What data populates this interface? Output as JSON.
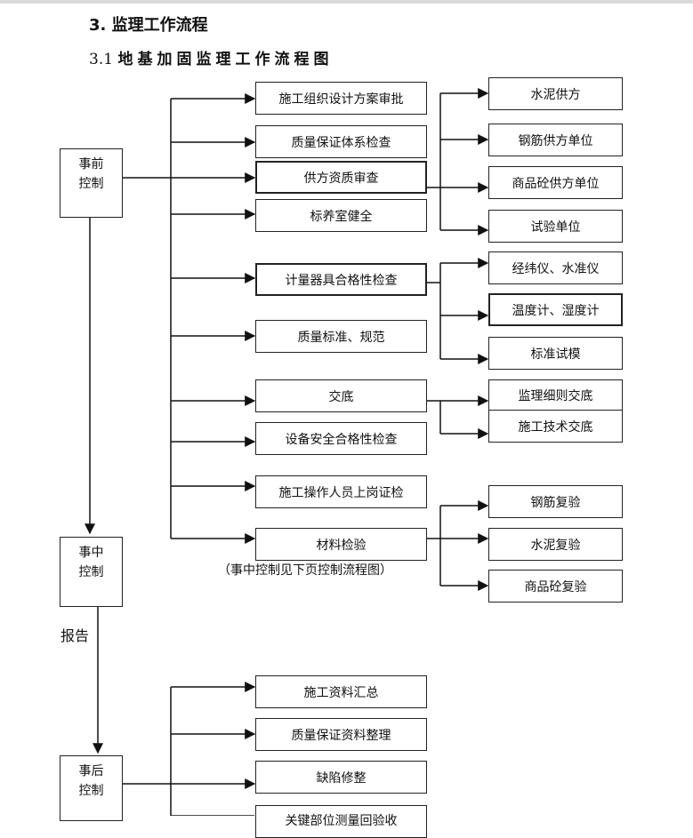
{
  "heading": {
    "section": "3.",
    "title": "监理工作流程"
  },
  "subheading": {
    "number": "3.1",
    "title": "地基加固监理工作流程图"
  },
  "phases": {
    "pre": {
      "line1": "事前",
      "line2": "控制"
    },
    "mid": {
      "line1": "事中",
      "line2": "控制"
    },
    "post": {
      "line1": "事后",
      "line2": "控制"
    }
  },
  "report_label": "报告",
  "pre_items": [
    "施工组织设计方案审批",
    "质量保证体系检查",
    "供方资质审查",
    "标养室健全",
    "计量器具合格性检查",
    "质量标准、规范",
    "交底",
    "设备安全合格性检查",
    "施工操作人员上岗证检",
    "材料检验"
  ],
  "supplier_items": [
    "水泥供方",
    "钢筋供方单位",
    "商品砼供方单位",
    "试验单位"
  ],
  "measure_items": [
    "经纬仪、水准仪",
    "温度计、湿度计",
    "标准试模"
  ],
  "disclosure_items": [
    "监理细则交底",
    "施工技术交底"
  ],
  "material_items": [
    "钢筋复验",
    "水泥复验",
    "商品砼复验"
  ],
  "mid_note": "（事中控制见下页控制流程图）",
  "post_items": [
    "施工资料汇总",
    "质量保证资料整理",
    "缺陷修整",
    "关键部位测量回验收"
  ]
}
